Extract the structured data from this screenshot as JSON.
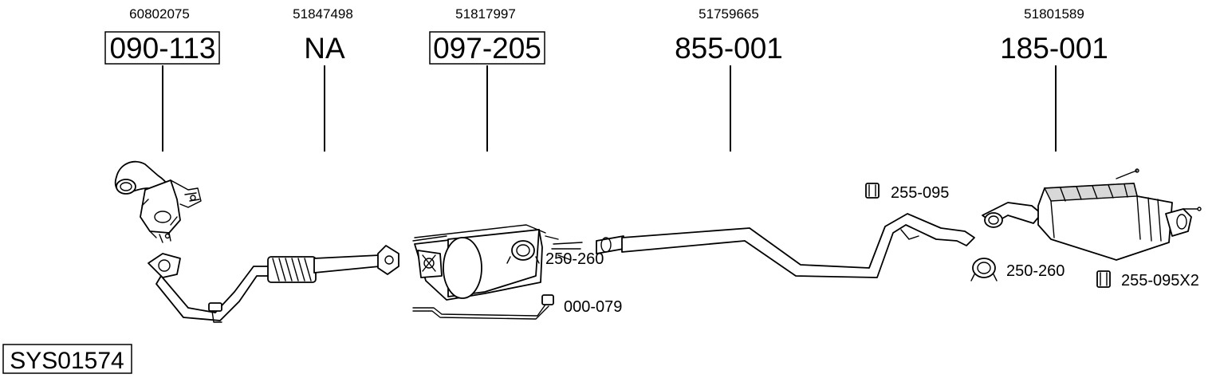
{
  "parts": [
    {
      "oe": "60802075",
      "number": "090-113",
      "boxed": true
    },
    {
      "oe": "51847498",
      "number": "NA",
      "boxed": false
    },
    {
      "oe": "51817997",
      "number": "097-205",
      "boxed": true
    },
    {
      "oe": "51759665",
      "number": "855-001",
      "boxed": false
    },
    {
      "oe": "51801589",
      "number": "185-001",
      "boxed": false
    }
  ],
  "accessories": {
    "rubber_mount_1": "255-095",
    "clamp_1": "250-260",
    "sensor": "000-079",
    "clamp_2": "250-260",
    "rubber_mount_2": "255-095X2"
  },
  "system_id": "SYS01574"
}
